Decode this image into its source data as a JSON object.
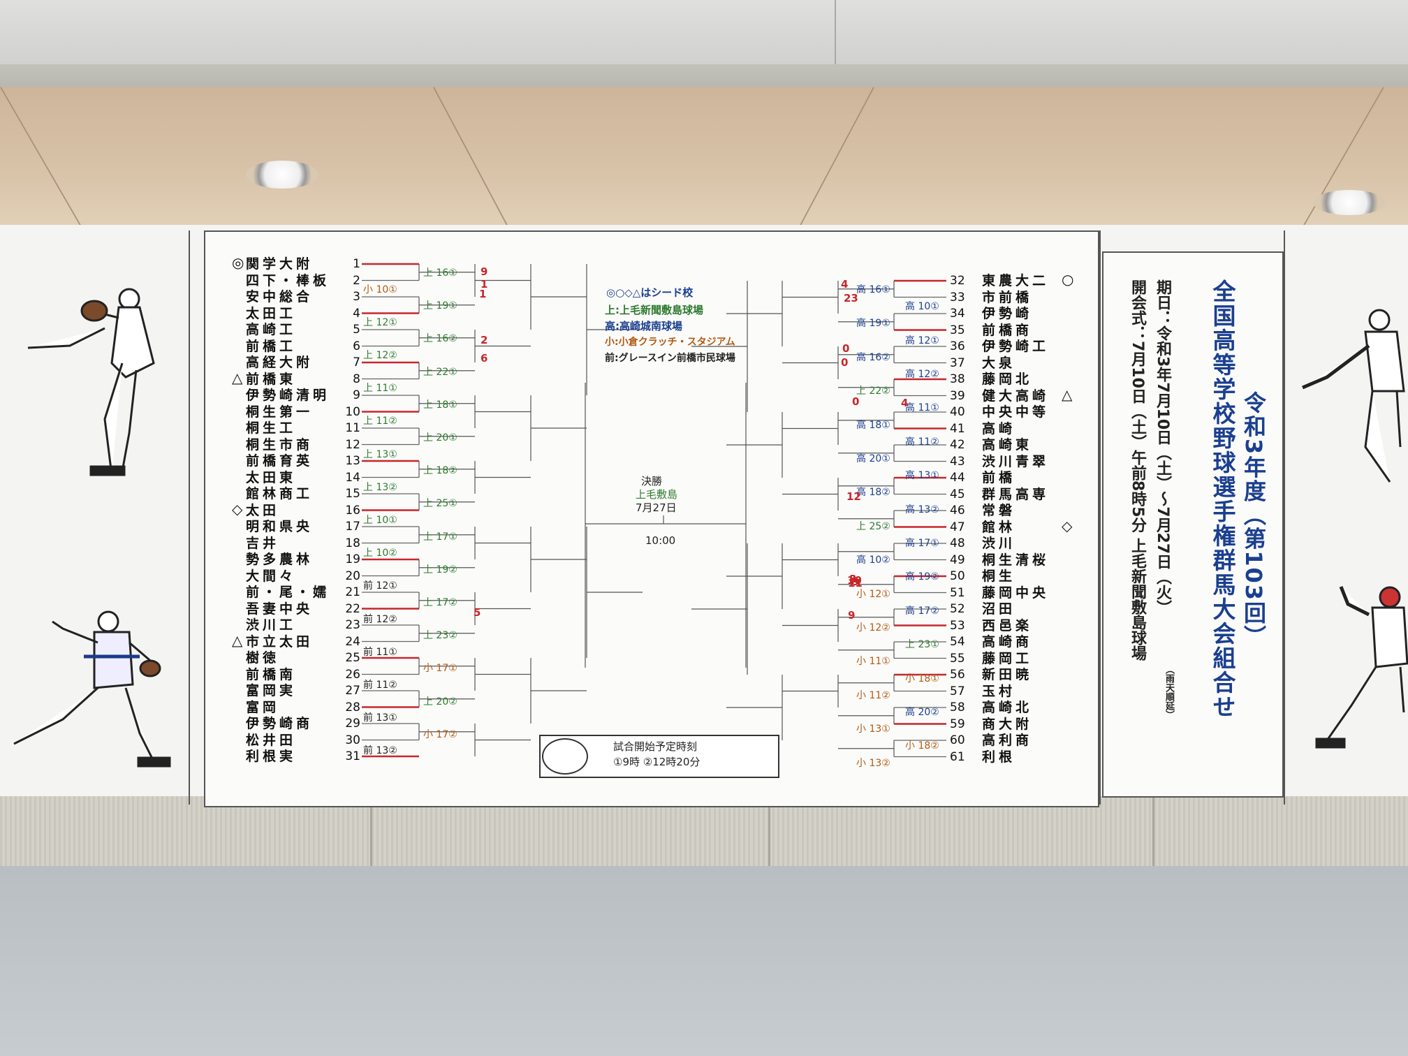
{
  "title": {
    "main": "令和3年度（第103回）",
    "sub": "全国高等学校野球選手権群馬大会組合せ",
    "period": "期日：令和3年7月10日（土）〜7月27日（火）",
    "rain_note": "（雨天順延）",
    "ceremony": "開会式：7月10日（土）午前8時5分 上毛新聞敷島球場"
  },
  "legend": {
    "seed": "◎○◇△はシード校",
    "venues": [
      {
        "code": "上",
        "text": "上:上毛新聞敷島球場",
        "color": "#2f7a2f"
      },
      {
        "code": "高",
        "text": "高:高崎城南球場",
        "color": "#1a3f8f"
      },
      {
        "code": "小",
        "text": "小:小倉クラッチ・スタジアム",
        "color": "#b25a12"
      },
      {
        "code": "前",
        "text": "前:グレースイン前橋市民球場",
        "color": "#222222"
      }
    ]
  },
  "final": {
    "label": "決勝",
    "venue": "上毛敷島",
    "date": "7月27日",
    "time": "10:00"
  },
  "start_times": {
    "title": "試合開始予定時刻",
    "times": "①9時 ②12時20分"
  },
  "left_teams": [
    {
      "n": "1",
      "name": "関学大附",
      "seed": "◎"
    },
    {
      "n": "2",
      "name": "四下・棒板",
      "seed": ""
    },
    {
      "n": "3",
      "name": "安中総合",
      "seed": ""
    },
    {
      "n": "4",
      "name": "太田工",
      "seed": ""
    },
    {
      "n": "5",
      "name": "高崎工",
      "seed": ""
    },
    {
      "n": "6",
      "name": "前橋工",
      "seed": ""
    },
    {
      "n": "7",
      "name": "高経大附",
      "seed": ""
    },
    {
      "n": "8",
      "name": "前橋東",
      "seed": "△"
    },
    {
      "n": "9",
      "name": "伊勢崎清明",
      "seed": ""
    },
    {
      "n": "10",
      "name": "桐生第一",
      "seed": ""
    },
    {
      "n": "11",
      "name": "桐生工",
      "seed": ""
    },
    {
      "n": "12",
      "name": "桐生市商",
      "seed": ""
    },
    {
      "n": "13",
      "name": "前橋育英",
      "seed": ""
    },
    {
      "n": "14",
      "name": "太田東",
      "seed": ""
    },
    {
      "n": "15",
      "name": "館林商工",
      "seed": ""
    },
    {
      "n": "16",
      "name": "太田",
      "seed": "◇"
    },
    {
      "n": "17",
      "name": "明和県央",
      "seed": ""
    },
    {
      "n": "18",
      "name": "吉井",
      "seed": ""
    },
    {
      "n": "19",
      "name": "勢多農林",
      "seed": ""
    },
    {
      "n": "20",
      "name": "大間々",
      "seed": ""
    },
    {
      "n": "21",
      "name": "前・尾・嬬",
      "seed": ""
    },
    {
      "n": "22",
      "name": "吾妻中央",
      "seed": ""
    },
    {
      "n": "23",
      "name": "渋川工",
      "seed": ""
    },
    {
      "n": "24",
      "name": "市立太田",
      "seed": "△"
    },
    {
      "n": "25",
      "name": "樹徳",
      "seed": ""
    },
    {
      "n": "26",
      "name": "前橋南",
      "seed": ""
    },
    {
      "n": "27",
      "name": "富岡実",
      "seed": ""
    },
    {
      "n": "28",
      "name": "富岡",
      "seed": ""
    },
    {
      "n": "29",
      "name": "伊勢崎商",
      "seed": ""
    },
    {
      "n": "30",
      "name": "松井田",
      "seed": ""
    },
    {
      "n": "31",
      "name": "利根実",
      "seed": ""
    }
  ],
  "right_teams": [
    {
      "n": "32",
      "name": "東農大二",
      "seed": "○"
    },
    {
      "n": "33",
      "name": "市前橋",
      "seed": ""
    },
    {
      "n": "34",
      "name": "伊勢崎",
      "seed": ""
    },
    {
      "n": "35",
      "name": "前橋商",
      "seed": ""
    },
    {
      "n": "36",
      "name": "伊勢崎工",
      "seed": ""
    },
    {
      "n": "37",
      "name": "大泉",
      "seed": ""
    },
    {
      "n": "38",
      "name": "藤岡北",
      "seed": ""
    },
    {
      "n": "39",
      "name": "健大高崎",
      "seed": "△"
    },
    {
      "n": "40",
      "name": "中央中等",
      "seed": ""
    },
    {
      "n": "41",
      "name": "高崎",
      "seed": ""
    },
    {
      "n": "42",
      "name": "高崎東",
      "seed": ""
    },
    {
      "n": "43",
      "name": "渋川青翠",
      "seed": ""
    },
    {
      "n": "44",
      "name": "前橋",
      "seed": ""
    },
    {
      "n": "45",
      "name": "群馬高専",
      "seed": ""
    },
    {
      "n": "46",
      "name": "常磐",
      "seed": ""
    },
    {
      "n": "47",
      "name": "館林",
      "seed": "◇"
    },
    {
      "n": "48",
      "name": "渋川",
      "seed": ""
    },
    {
      "n": "49",
      "name": "桐生清桜",
      "seed": ""
    },
    {
      "n": "50",
      "name": "桐生",
      "seed": ""
    },
    {
      "n": "51",
      "name": "藤岡中央",
      "seed": ""
    },
    {
      "n": "52",
      "name": "沼田",
      "seed": ""
    },
    {
      "n": "53",
      "name": "西邑楽",
      "seed": ""
    },
    {
      "n": "54",
      "name": "高崎商",
      "seed": ""
    },
    {
      "n": "55",
      "name": "藤岡工",
      "seed": ""
    },
    {
      "n": "56",
      "name": "新田暁",
      "seed": ""
    },
    {
      "n": "57",
      "name": "玉村",
      "seed": ""
    },
    {
      "n": "58",
      "name": "高崎北",
      "seed": ""
    },
    {
      "n": "59",
      "name": "商大附",
      "seed": ""
    },
    {
      "n": "60",
      "name": "高利商",
      "seed": ""
    },
    {
      "n": "61",
      "name": "利根",
      "seed": ""
    },
    {
      "n": "",
      "name": "",
      "seed": ""
    }
  ],
  "left_matches": [
    {
      "text": "上 16①",
      "color": "#2f7a2f"
    },
    {
      "text": "小 10①",
      "color": "#b25a12"
    },
    {
      "text": "上 19①",
      "color": "#2f7a2f"
    },
    {
      "text": "上 12①",
      "color": "#2f7a2f"
    },
    {
      "text": "上 16②",
      "color": "#2f7a2f"
    },
    {
      "text": "上 12②",
      "color": "#2f7a2f"
    },
    {
      "text": "上 22①",
      "color": "#2f7a2f"
    },
    {
      "text": "上 11①",
      "color": "#2f7a2f"
    },
    {
      "text": "上 18①",
      "color": "#2f7a2f"
    },
    {
      "text": "上 11②",
      "color": "#2f7a2f"
    },
    {
      "text": "上 20①",
      "color": "#2f7a2f"
    },
    {
      "text": "上 13①",
      "color": "#2f7a2f"
    },
    {
      "text": "上 18②",
      "color": "#2f7a2f"
    },
    {
      "text": "上 13②",
      "color": "#2f7a2f"
    },
    {
      "text": "上 25①",
      "color": "#2f7a2f"
    },
    {
      "text": "上 10①",
      "color": "#2f7a2f"
    },
    {
      "text": "上 17①",
      "color": "#2f7a2f"
    },
    {
      "text": "上 10②",
      "color": "#2f7a2f"
    },
    {
      "text": "上 19②",
      "color": "#2f7a2f"
    },
    {
      "text": "前 12①",
      "color": "#222222"
    },
    {
      "text": "上 17②",
      "color": "#2f7a2f"
    },
    {
      "text": "前 12②",
      "color": "#222222"
    },
    {
      "text": "上 23②",
      "color": "#2f7a2f"
    },
    {
      "text": "前 11①",
      "color": "#222222"
    },
    {
      "text": "小 17①",
      "color": "#b25a12"
    },
    {
      "text": "前 11②",
      "color": "#222222"
    },
    {
      "text": "上 20②",
      "color": "#2f7a2f"
    },
    {
      "text": "前 13①",
      "color": "#222222"
    },
    {
      "text": "小 17②",
      "color": "#b25a12"
    },
    {
      "text": "前 13②",
      "color": "#222222"
    }
  ],
  "right_matches": [
    {
      "text": "高 16①",
      "color": "#1a3f8f"
    },
    {
      "text": "高 10①",
      "color": "#1a3f8f"
    },
    {
      "text": "高 19①",
      "color": "#1a3f8f"
    },
    {
      "text": "高 12①",
      "color": "#1a3f8f"
    },
    {
      "text": "高 16②",
      "color": "#1a3f8f"
    },
    {
      "text": "高 12②",
      "color": "#1a3f8f"
    },
    {
      "text": "上 22②",
      "color": "#2f7a2f"
    },
    {
      "text": "高 11①",
      "color": "#1a3f8f"
    },
    {
      "text": "高 18①",
      "color": "#1a3f8f"
    },
    {
      "text": "高 11②",
      "color": "#1a3f8f"
    },
    {
      "text": "高 20①",
      "color": "#1a3f8f"
    },
    {
      "text": "高 13①",
      "color": "#1a3f8f"
    },
    {
      "text": "高 18②",
      "color": "#1a3f8f"
    },
    {
      "text": "高 13②",
      "color": "#1a3f8f"
    },
    {
      "text": "上 25②",
      "color": "#2f7a2f"
    },
    {
      "text": "高 17①",
      "color": "#1a3f8f"
    },
    {
      "text": "高 10②",
      "color": "#1a3f8f"
    },
    {
      "text": "高 19②",
      "color": "#1a3f8f"
    },
    {
      "text": "小 12①",
      "color": "#b25a12"
    },
    {
      "text": "高 17②",
      "color": "#1a3f8f"
    },
    {
      "text": "小 12②",
      "color": "#b25a12"
    },
    {
      "text": "上 23①",
      "color": "#2f7a2f"
    },
    {
      "text": "小 11①",
      "color": "#b25a12"
    },
    {
      "text": "小 18①",
      "color": "#b25a12"
    },
    {
      "text": "小 11②",
      "color": "#b25a12"
    },
    {
      "text": "高 20②",
      "color": "#1a3f8f"
    },
    {
      "text": "小 13①",
      "color": "#b25a12"
    },
    {
      "text": "小 18②",
      "color": "#b25a12"
    },
    {
      "text": "小 13②",
      "color": "#b25a12"
    }
  ],
  "handwritten_scores": [
    "9",
    "1",
    "1",
    "2",
    "6",
    "4",
    "23",
    "0",
    "0",
    "4",
    "0",
    "12",
    "11",
    "3",
    "9",
    "10",
    "9",
    "5"
  ],
  "accent_red": "#c8262a"
}
